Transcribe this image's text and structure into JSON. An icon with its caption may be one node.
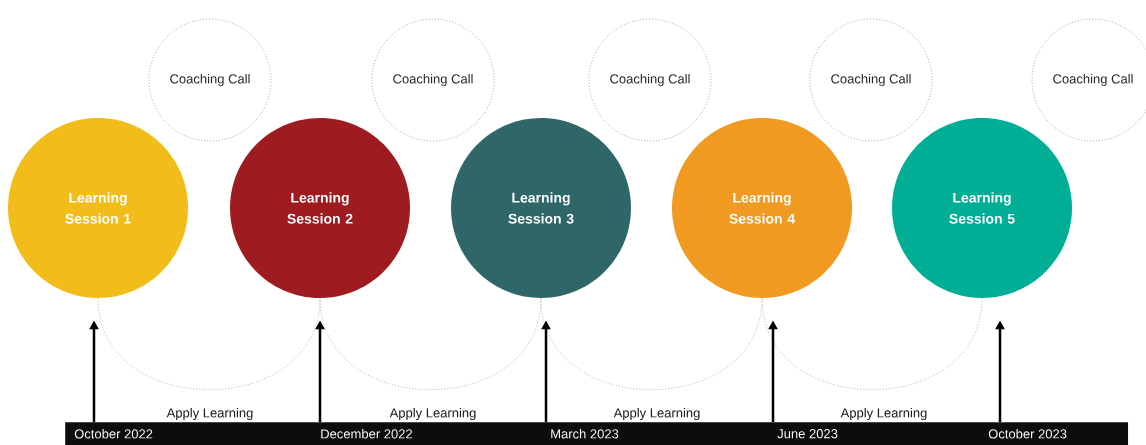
{
  "diagram": {
    "nodes": [
      {
        "text": [
          "Coaching Call"
        ]
      },
      {
        "text": [
          "Coaching Call"
        ]
      },
      {
        "text": [
          "Coaching Call"
        ]
      },
      {
        "text": [
          "Coaching Call"
        ]
      },
      {
        "text": [
          "Coaching Call"
        ]
      },
      {
        "text": [
          "Learning Session 1"
        ]
      },
      {
        "text": [
          "Learning Session 2"
        ]
      },
      {
        "text": [
          "Learning Session 3"
        ]
      },
      {
        "text": [
          "Learning Session 4"
        ]
      },
      {
        "text": [
          "Learning Session 5"
        ]
      },
      {
        "text": [],
        "shape": "bar"
      },
      {
        "text": [
          "October 2022"
        ],
        "in": 10
      },
      {
        "text": [
          "December 2022"
        ],
        "in": 10
      },
      {
        "text": [
          "March 2023"
        ],
        "in": 10
      },
      {
        "text": [
          "June 2023"
        ],
        "in": 10
      },
      {
        "text": [
          "October 2023"
        ],
        "in": 10
      }
    ],
    "edges": [
      {
        "from": 5,
        "to": 6,
        "arrow": "none",
        "label": "Apply Learning",
        "style": "dashed",
        "color": "#a6a6a6"
      },
      {
        "from": 6,
        "to": 7,
        "arrow": "none",
        "label": "Apply Learning",
        "style": "dashed",
        "color": "#a6a6a6"
      },
      {
        "from": 7,
        "to": 8,
        "arrow": "none",
        "label": "Apply Learning",
        "style": "dashed",
        "color": "#a6a6a6"
      },
      {
        "from": 8,
        "to": 9,
        "arrow": "none",
        "label": "Apply Learning",
        "style": "dashed",
        "color": "#a6a6a6"
      },
      {
        "from": 11,
        "to": 5,
        "arrow": "to"
      },
      {
        "from": 12,
        "to": 6,
        "arrow": "to"
      },
      {
        "from": 13,
        "to": 7,
        "arrow": "to"
      },
      {
        "from": 14,
        "to": 8,
        "arrow": "to"
      },
      {
        "from": 15,
        "to": 9,
        "arrow": "to"
      }
    ]
  }
}
